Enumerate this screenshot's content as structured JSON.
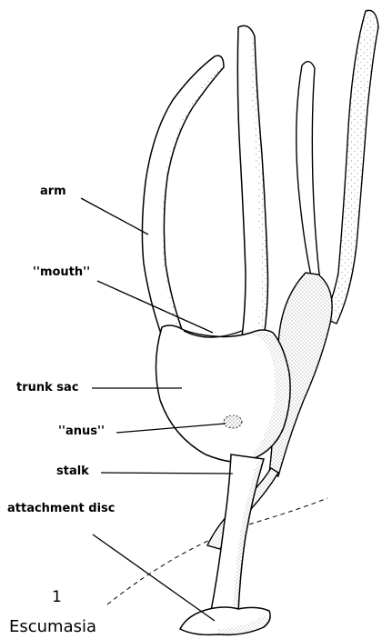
{
  "figure": {
    "number": "1",
    "caption": "Escumasia",
    "labels": {
      "arm": "arm",
      "mouth": "''mouth''",
      "trunk_sac": "trunk sac",
      "anus": "''anus''",
      "stalk": "stalk",
      "attachment_disc": "attachment disc"
    }
  },
  "colors": {
    "ink": "#000000",
    "body_fill": "#ffffff",
    "background": "#ffffff"
  }
}
